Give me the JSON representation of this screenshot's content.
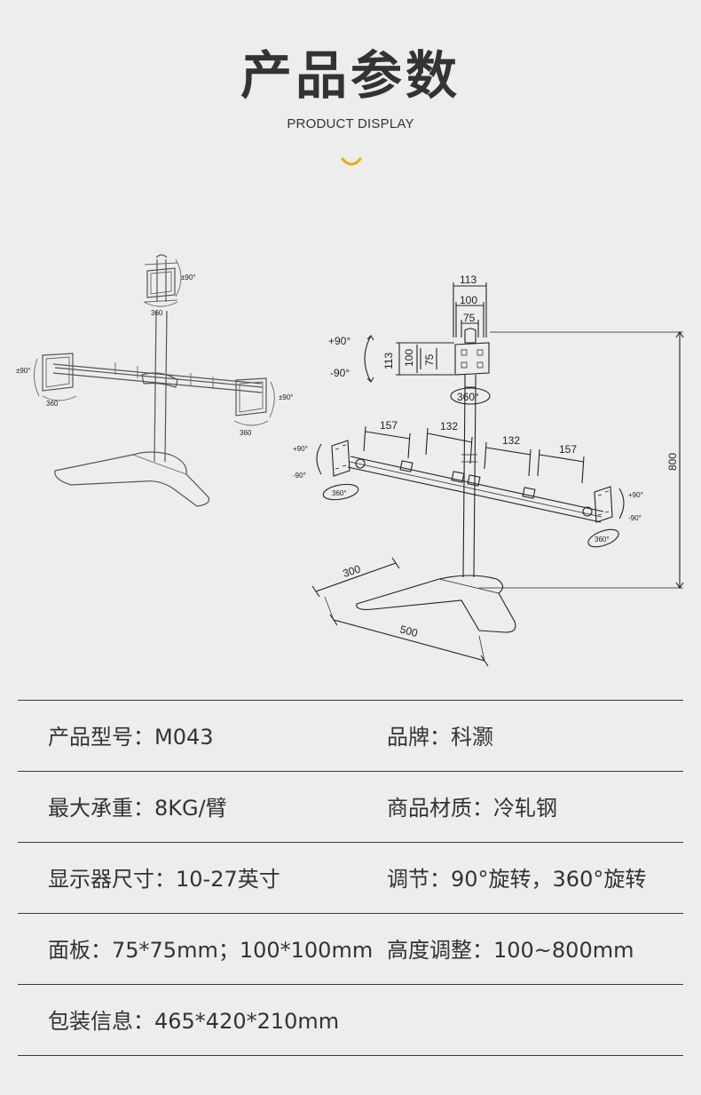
{
  "header": {
    "title": "产品参数",
    "subtitle": "PRODUCT DISPLAY"
  },
  "colors": {
    "accent": "#f0a81a",
    "background": "#ededed",
    "text": "#333333",
    "divider": "#3a3a3a"
  },
  "diagram": {
    "sketch_labels": {
      "top_rotation": "±90°",
      "top_swivel": "360",
      "left_rotation": "±90°",
      "left_swivel": "360",
      "right_rotation": "±90°",
      "right_swivel": "360"
    },
    "dimensions": {
      "vesa_width_113": "113",
      "vesa_width_100": "100",
      "vesa_width_75": "75",
      "vesa_height_113": "113",
      "vesa_height_100": "100",
      "vesa_height_75": "75",
      "tilt_up": "+90°",
      "tilt_down": "-90°",
      "top_swivel": "360°",
      "arm_157_left": "157",
      "arm_132_left": "132",
      "arm_132_right": "132",
      "arm_157_right": "157",
      "left_tilt_up": "+90°",
      "left_tilt_down": "-90°",
      "left_swivel": "360°",
      "right_tilt_up": "+90°",
      "right_tilt_down": "-90°",
      "right_swivel": "360°",
      "height": "800",
      "base_depth": "300",
      "base_width": "500"
    }
  },
  "specs": [
    {
      "left": "产品型号：M043",
      "right": "品牌：科灏"
    },
    {
      "left": "最大承重：8KG/臂",
      "right": "商品材质：冷轧钢"
    },
    {
      "left": "显示器尺寸：10-27英寸",
      "right": "调节：90°旋转，360°旋转"
    },
    {
      "left": "面板：75*75mm；100*100mm",
      "right": "高度调整：100~800mm"
    },
    {
      "left": "包装信息：465*420*210mm",
      "right": ""
    }
  ]
}
